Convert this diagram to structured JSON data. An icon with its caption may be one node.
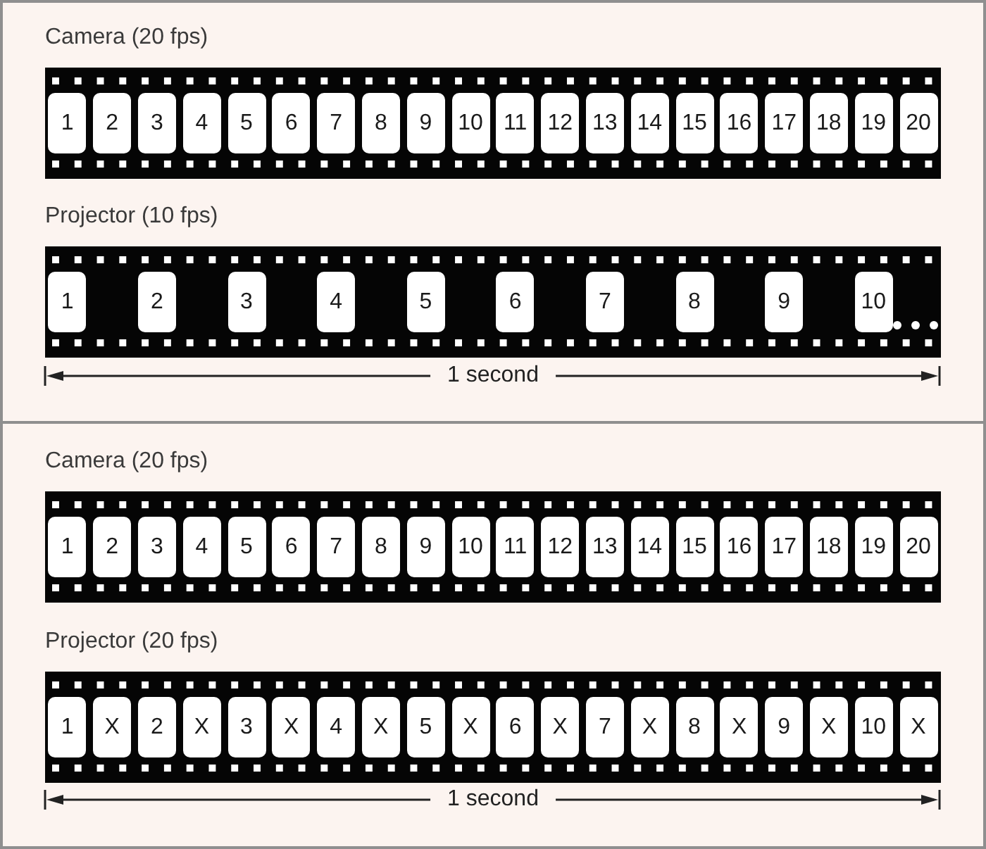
{
  "diagram": {
    "nodes": [
      {
        "text": [
          "Camera (20 fps)"
        ]
      },
      {
        "text": [
          "1"
        ],
        "in": 0
      },
      {
        "text": [
          "2"
        ],
        "in": 0
      },
      {
        "text": [
          "3"
        ],
        "in": 0
      },
      {
        "text": [
          "4"
        ],
        "in": 0
      },
      {
        "text": [
          "5"
        ],
        "in": 0
      },
      {
        "text": [
          "6"
        ],
        "in": 0
      },
      {
        "text": [
          "7"
        ],
        "in": 0
      },
      {
        "text": [
          "8"
        ],
        "in": 0
      },
      {
        "text": [
          "9"
        ],
        "in": 0
      },
      {
        "text": [
          "10"
        ],
        "in": 0
      },
      {
        "text": [
          "11"
        ],
        "in": 0
      },
      {
        "text": [
          "12"
        ],
        "in": 0
      },
      {
        "text": [
          "13"
        ],
        "in": 0
      },
      {
        "text": [
          "14"
        ],
        "in": 0
      },
      {
        "text": [
          "15"
        ],
        "in": 0
      },
      {
        "text": [
          "16"
        ],
        "in": 0
      },
      {
        "text": [
          "17"
        ],
        "in": 0
      },
      {
        "text": [
          "18"
        ],
        "in": 0
      },
      {
        "text": [
          "19"
        ],
        "in": 0
      },
      {
        "text": [
          "20"
        ],
        "in": 0
      },
      {
        "text": [
          "Projector (10 fps)"
        ]
      },
      {
        "text": [
          "1"
        ],
        "in": 21
      },
      {
        "text": [
          "2"
        ],
        "in": 21
      },
      {
        "text": [
          "3"
        ],
        "in": 21
      },
      {
        "text": [
          "4"
        ],
        "in": 21
      },
      {
        "text": [
          "5"
        ],
        "in": 21
      },
      {
        "text": [
          "6"
        ],
        "in": 21
      },
      {
        "text": [
          "7"
        ],
        "in": 21
      },
      {
        "text": [
          "8"
        ],
        "in": 21
      },
      {
        "text": [
          "9"
        ],
        "in": 21
      },
      {
        "text": [
          "10"
        ],
        "in": 21
      },
      {
        "text": [
          "Camera (20 fps)"
        ]
      },
      {
        "text": [
          "1"
        ],
        "in": 32
      },
      {
        "text": [
          "2"
        ],
        "in": 32
      },
      {
        "text": [
          "3"
        ],
        "in": 32
      },
      {
        "text": [
          "4"
        ],
        "in": 32
      },
      {
        "text": [
          "5"
        ],
        "in": 32
      },
      {
        "text": [
          "6"
        ],
        "in": 32
      },
      {
        "text": [
          "7"
        ],
        "in": 32
      },
      {
        "text": [
          "8"
        ],
        "in": 32
      },
      {
        "text": [
          "9"
        ],
        "in": 32
      },
      {
        "text": [
          "10"
        ],
        "in": 32
      },
      {
        "text": [
          "11"
        ],
        "in": 32
      },
      {
        "text": [
          "12"
        ],
        "in": 32
      },
      {
        "text": [
          "13"
        ],
        "in": 32
      },
      {
        "text": [
          "14"
        ],
        "in": 32
      },
      {
        "text": [
          "15"
        ],
        "in": 32
      },
      {
        "text": [
          "16"
        ],
        "in": 32
      },
      {
        "text": [
          "17"
        ],
        "in": 32
      },
      {
        "text": [
          "18"
        ],
        "in": 32
      },
      {
        "text": [
          "19"
        ],
        "in": 32
      },
      {
        "text": [
          "20"
        ],
        "in": 32
      },
      {
        "text": [
          "Projector (20 fps)"
        ]
      },
      {
        "text": [
          "1"
        ],
        "in": 53
      },
      {
        "text": [
          "X"
        ],
        "in": 53
      },
      {
        "text": [
          "2"
        ],
        "in": 53
      },
      {
        "text": [
          "X"
        ],
        "in": 53
      },
      {
        "text": [
          "3"
        ],
        "in": 53
      },
      {
        "text": [
          "X"
        ],
        "in": 53
      },
      {
        "text": [
          "4"
        ],
        "in": 53
      },
      {
        "text": [
          "X"
        ],
        "in": 53
      },
      {
        "text": [
          "5"
        ],
        "in": 53
      },
      {
        "text": [
          "X"
        ],
        "in": 53
      },
      {
        "text": [
          "6"
        ],
        "in": 53
      },
      {
        "text": [
          "X"
        ],
        "in": 53
      },
      {
        "text": [
          "7"
        ],
        "in": 53
      },
      {
        "text": [
          "X"
        ],
        "in": 53
      },
      {
        "text": [
          "8"
        ],
        "in": 53
      },
      {
        "text": [
          "X"
        ],
        "in": 53
      },
      {
        "text": [
          "9"
        ],
        "in": 53
      },
      {
        "text": [
          "X"
        ],
        "in": 53
      },
      {
        "text": [
          "10"
        ],
        "in": 53
      },
      {
        "text": [
          "X"
        ],
        "in": 53
      }
    ],
    "labels": [
      "1 second",
      "1 second"
    ]
  }
}
